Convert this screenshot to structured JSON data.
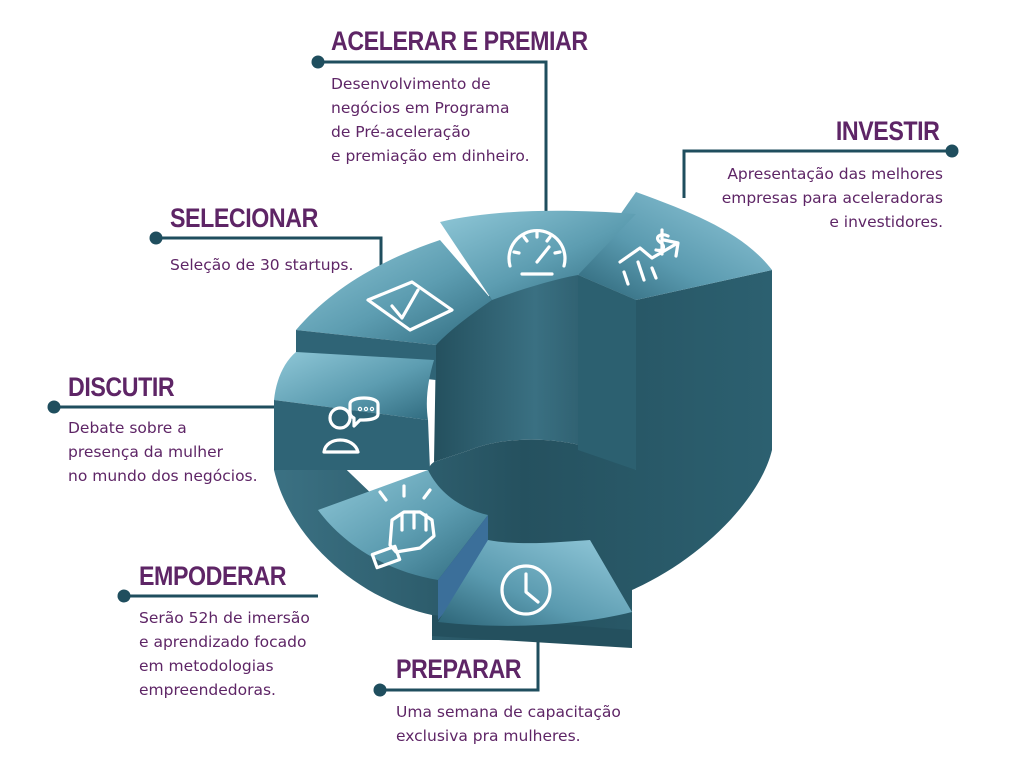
{
  "steps": [
    {
      "id": "preparar",
      "title": "PREPARAR",
      "desc": "Uma semana de capacitação\nexclusiva pra mulheres.",
      "icon": "clock-icon"
    },
    {
      "id": "empoderar",
      "title": "EMPODERAR",
      "desc": "Serão 52h de imersão\ne aprendizado focado\nem metodologias\nempreendedoras.",
      "icon": "raised-fist-icon"
    },
    {
      "id": "discutir",
      "title": "DISCUTIR",
      "desc": "Debate sobre a\npresença da mulher\nno mundo dos negócios.",
      "icon": "speech-bubble-person-icon"
    },
    {
      "id": "selecionar",
      "title": "SELECIONAR",
      "desc": "Seleção de 30 startups.",
      "icon": "checkbox-icon"
    },
    {
      "id": "acelerar",
      "title": "ACELERAR E PREMIAR",
      "desc": "Desenvolvimento de\nnegócios em Programa\nde Pré-aceleração\ne premiação em dinheiro.",
      "icon": "speedometer-icon"
    },
    {
      "id": "investir",
      "title": "INVESTIR",
      "desc": "Apresentação das melhores\nempresas para aceleradoras\ne investidores.",
      "icon": "growth-chart-dollar-icon"
    }
  ],
  "colors": {
    "text": "#5e2566",
    "connector": "#1f4e5e",
    "top_light": "#8ec6d6",
    "top_dark": "#2f6a7e",
    "side_dark": "#23505f",
    "side_mid": "#2f6476",
    "inner_wall": "#2d6273"
  }
}
